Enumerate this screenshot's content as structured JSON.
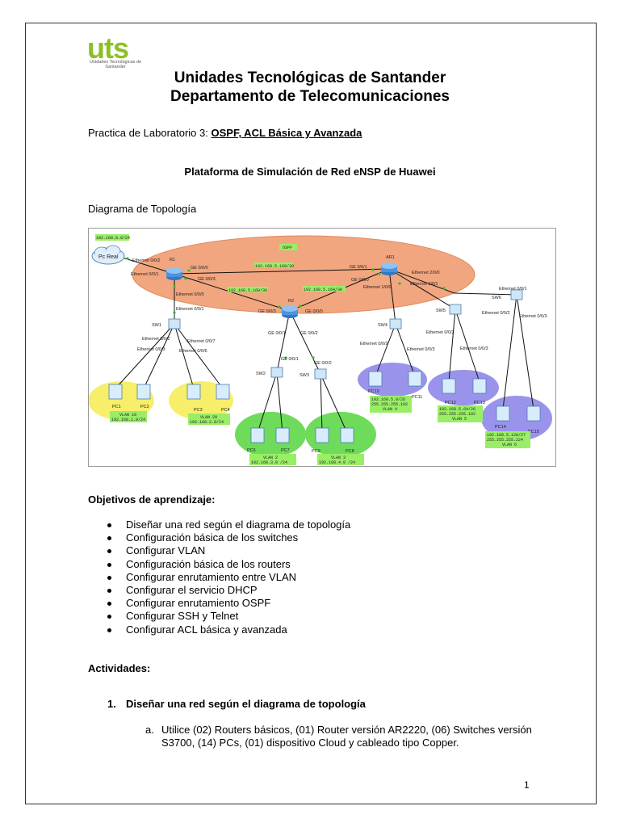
{
  "logo": {
    "mark": "uts",
    "subtitle": "Unidades Tecnológicas de Santander"
  },
  "title_line1": "Unidades Tecnológicas de Santander",
  "title_line2": "Departamento de Telecomunicaciones",
  "practica": {
    "prefix": "Practica de Laboratorio 3: ",
    "topic": "OSPF, ACL Básica y Avanzada"
  },
  "platform": "Plataforma de Simulación de Red eNSP de Huawei",
  "diagram_label": "Diagrama de Topología",
  "topology": {
    "subnet_cloud": "192.168.0.0/24",
    "ospf_label": "OSPF",
    "cloud": "Pc Real",
    "routers": [
      "R1",
      "R2",
      "AR1"
    ],
    "switches": [
      "SW1",
      "SW2",
      "SW3",
      "SW4",
      "SW5",
      "SW6"
    ],
    "links": {
      "r1_r2_net": "192.168.5.160/30",
      "r1_ar1_net": "192.168.5.168/30",
      "r2_ar1_net": "192.168.5.164/30"
    },
    "ports": {
      "r1_e002": "Ethernet 0/0/2",
      "r1_e001": "Ethernet 0/0/1",
      "r1_ge000": "GE 0/0/0",
      "r1_ge003": "GE 0/0/3",
      "r1_e000": "Ethernet 0/0/0",
      "sw1_e001": "Ethernet 0/0/1",
      "ar1_ge001": "GE 0/0/1",
      "ar1_ge000": "GE 0/0/0",
      "ar1_e200": "Ethernet 2/0/0",
      "ar1_e100": "Ethernet 1/0/0",
      "ar1_e101": "Ethernet 1/0/1",
      "r2_ge003": "GE 0/0/3",
      "r2_ge000": "GE 0/0/0",
      "r2_ge001": "GE 0/0/1",
      "r2_ge002": "GE 0/0/2",
      "sw1_e002": "Ethernet 0/0/2",
      "sw1_e003": "Ethernet 0/0/3",
      "sw1_e007": "Ethernet 0/0/7",
      "sw1_e006": "Ethernet 0/0/6",
      "sw2_ge001": "GE 0/0/1",
      "sw3_ge002": "GE 0/0/2",
      "sw4_e002": "Ethernet 0/0/2",
      "sw4_e003": "Ethernet 0/0/3",
      "sw5_e002": "Ethernet 0/0/2",
      "sw5_e003": "Ethernet 0/0/3",
      "sw6_e001": "Ethernet 0/0/1",
      "sw6_e002": "Ethernet 0/0/2",
      "sw6_e003": "Ethernet 0/0/3"
    },
    "pcs": [
      "PC1",
      "PC2",
      "PC3",
      "PC4",
      "PC6",
      "PC7",
      "PC9",
      "PC8",
      "PC10",
      "PC11",
      "PC12",
      "PC13",
      "PC14",
      "PC15"
    ],
    "vlans": {
      "v10": "VLAN 10",
      "v10_net": "192.168.1.0/24",
      "v20": "VLAN 20",
      "v20_net": "192.168.2.0/24",
      "v2": "VLAN 2",
      "v2_net": "192.168.3.0 /24",
      "v3": "VLAN 3",
      "v3_net": "192.168.4.0 /24",
      "v4_net": "192.168.5.0/26",
      "v4_mask": "255.255.255.192",
      "v4": "VLAN 4",
      "v5_net": "192.168.5.64/26",
      "v5_mask": "255.255.255.192",
      "v5": "VLAN 5",
      "v6_net": "192.168.5.128/27",
      "v6_mask": "255.255.255.224",
      "v6": "VLAN 6"
    }
  },
  "objectives_title": "Objetivos de aprendizaje:",
  "objectives": [
    "Diseñar una red según el diagrama de topología",
    "Configuración básica de los switches",
    "Configurar VLAN",
    "Configuración básica de los routers",
    "Configurar enrutamiento entre VLAN",
    "Configurar el servicio DHCP",
    "Configurar enrutamiento OSPF",
    "Configurar SSH y Telnet",
    "Configurar ACL básica y avanzada"
  ],
  "activities_title": "Actividades:",
  "step1": {
    "num": "1.",
    "text": "Diseñar una red según el diagrama de topología"
  },
  "step1a": {
    "label": "a.",
    "text": "Utilice (02) Routers básicos, (01) Router versión AR2220, (06) Switches versión S3700, (14) PCs, (01) dispositivo Cloud y cableado tipo Copper."
  },
  "page_number": "1"
}
